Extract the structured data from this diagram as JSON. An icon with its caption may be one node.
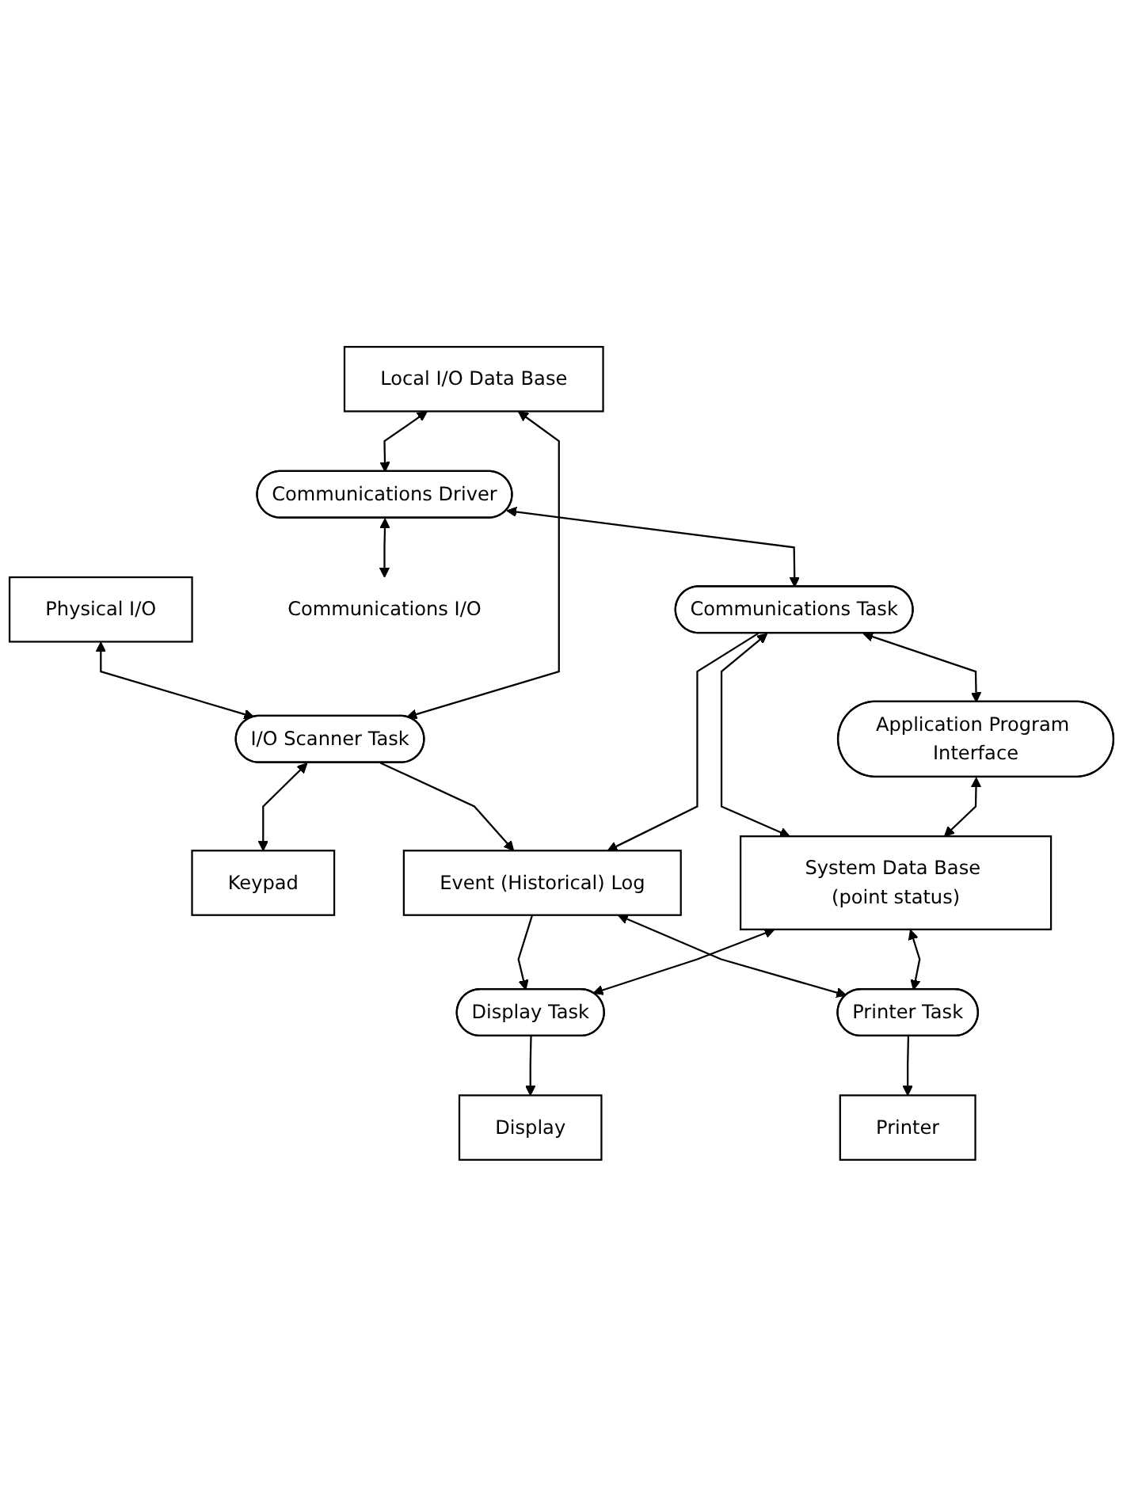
{
  "diagram": {
    "nodes": [
      {
        "text": [
          "Physical I/O"
        ]
      },
      {
        "text": [
          "Communications Driver"
        ]
      },
      {
        "text": [
          "Local I/O Data Base"
        ]
      },
      {
        "text": [
          "Communications I/O"
        ]
      },
      {
        "text": [
          "Communications Task"
        ]
      },
      {
        "text": [
          "I/O Scanner Task"
        ]
      },
      {
        "text": [
          "Application Program Interface"
        ]
      },
      {
        "text": [
          "Keypad"
        ]
      },
      {
        "text": [
          "Event (Historical) Log"
        ]
      },
      {
        "text": [
          "System Data Base (point status)"
        ]
      },
      {
        "text": [
          "Display Task"
        ]
      },
      {
        "text": [
          "Printer Task"
        ]
      },
      {
        "text": [
          "Display"
        ]
      },
      {
        "text": [
          "Printer"
        ]
      }
    ],
    "edges": [
      {
        "from": 0,
        "to": 5,
        "arrow": "both"
      },
      {
        "from": 2,
        "to": 1,
        "arrow": "both"
      },
      {
        "from": 1,
        "to": 3,
        "arrow": "both"
      },
      {
        "from": 1,
        "to": 4,
        "arrow": "both"
      },
      {
        "from": 2,
        "to": 5,
        "arrow": "both"
      },
      {
        "from": 4,
        "to": 6,
        "arrow": "both"
      },
      {
        "from": 5,
        "to": 7,
        "arrow": "both"
      },
      {
        "from": 5,
        "to": 8,
        "arrow": "to"
      },
      {
        "from": 4,
        "to": 8,
        "arrow": "to"
      },
      {
        "from": 4,
        "to": 9,
        "arrow": "both"
      },
      {
        "from": 6,
        "to": 9,
        "arrow": "both"
      },
      {
        "from": 8,
        "to": 10,
        "arrow": "to"
      },
      {
        "from": 9,
        "to": 10,
        "arrow": "both"
      },
      {
        "from": 8,
        "to": 11,
        "arrow": "both"
      },
      {
        "from": 9,
        "to": 11,
        "arrow": "both"
      },
      {
        "from": 10,
        "to": 12,
        "arrow": "to"
      },
      {
        "from": 11,
        "to": 13,
        "arrow": "to"
      }
    ]
  }
}
